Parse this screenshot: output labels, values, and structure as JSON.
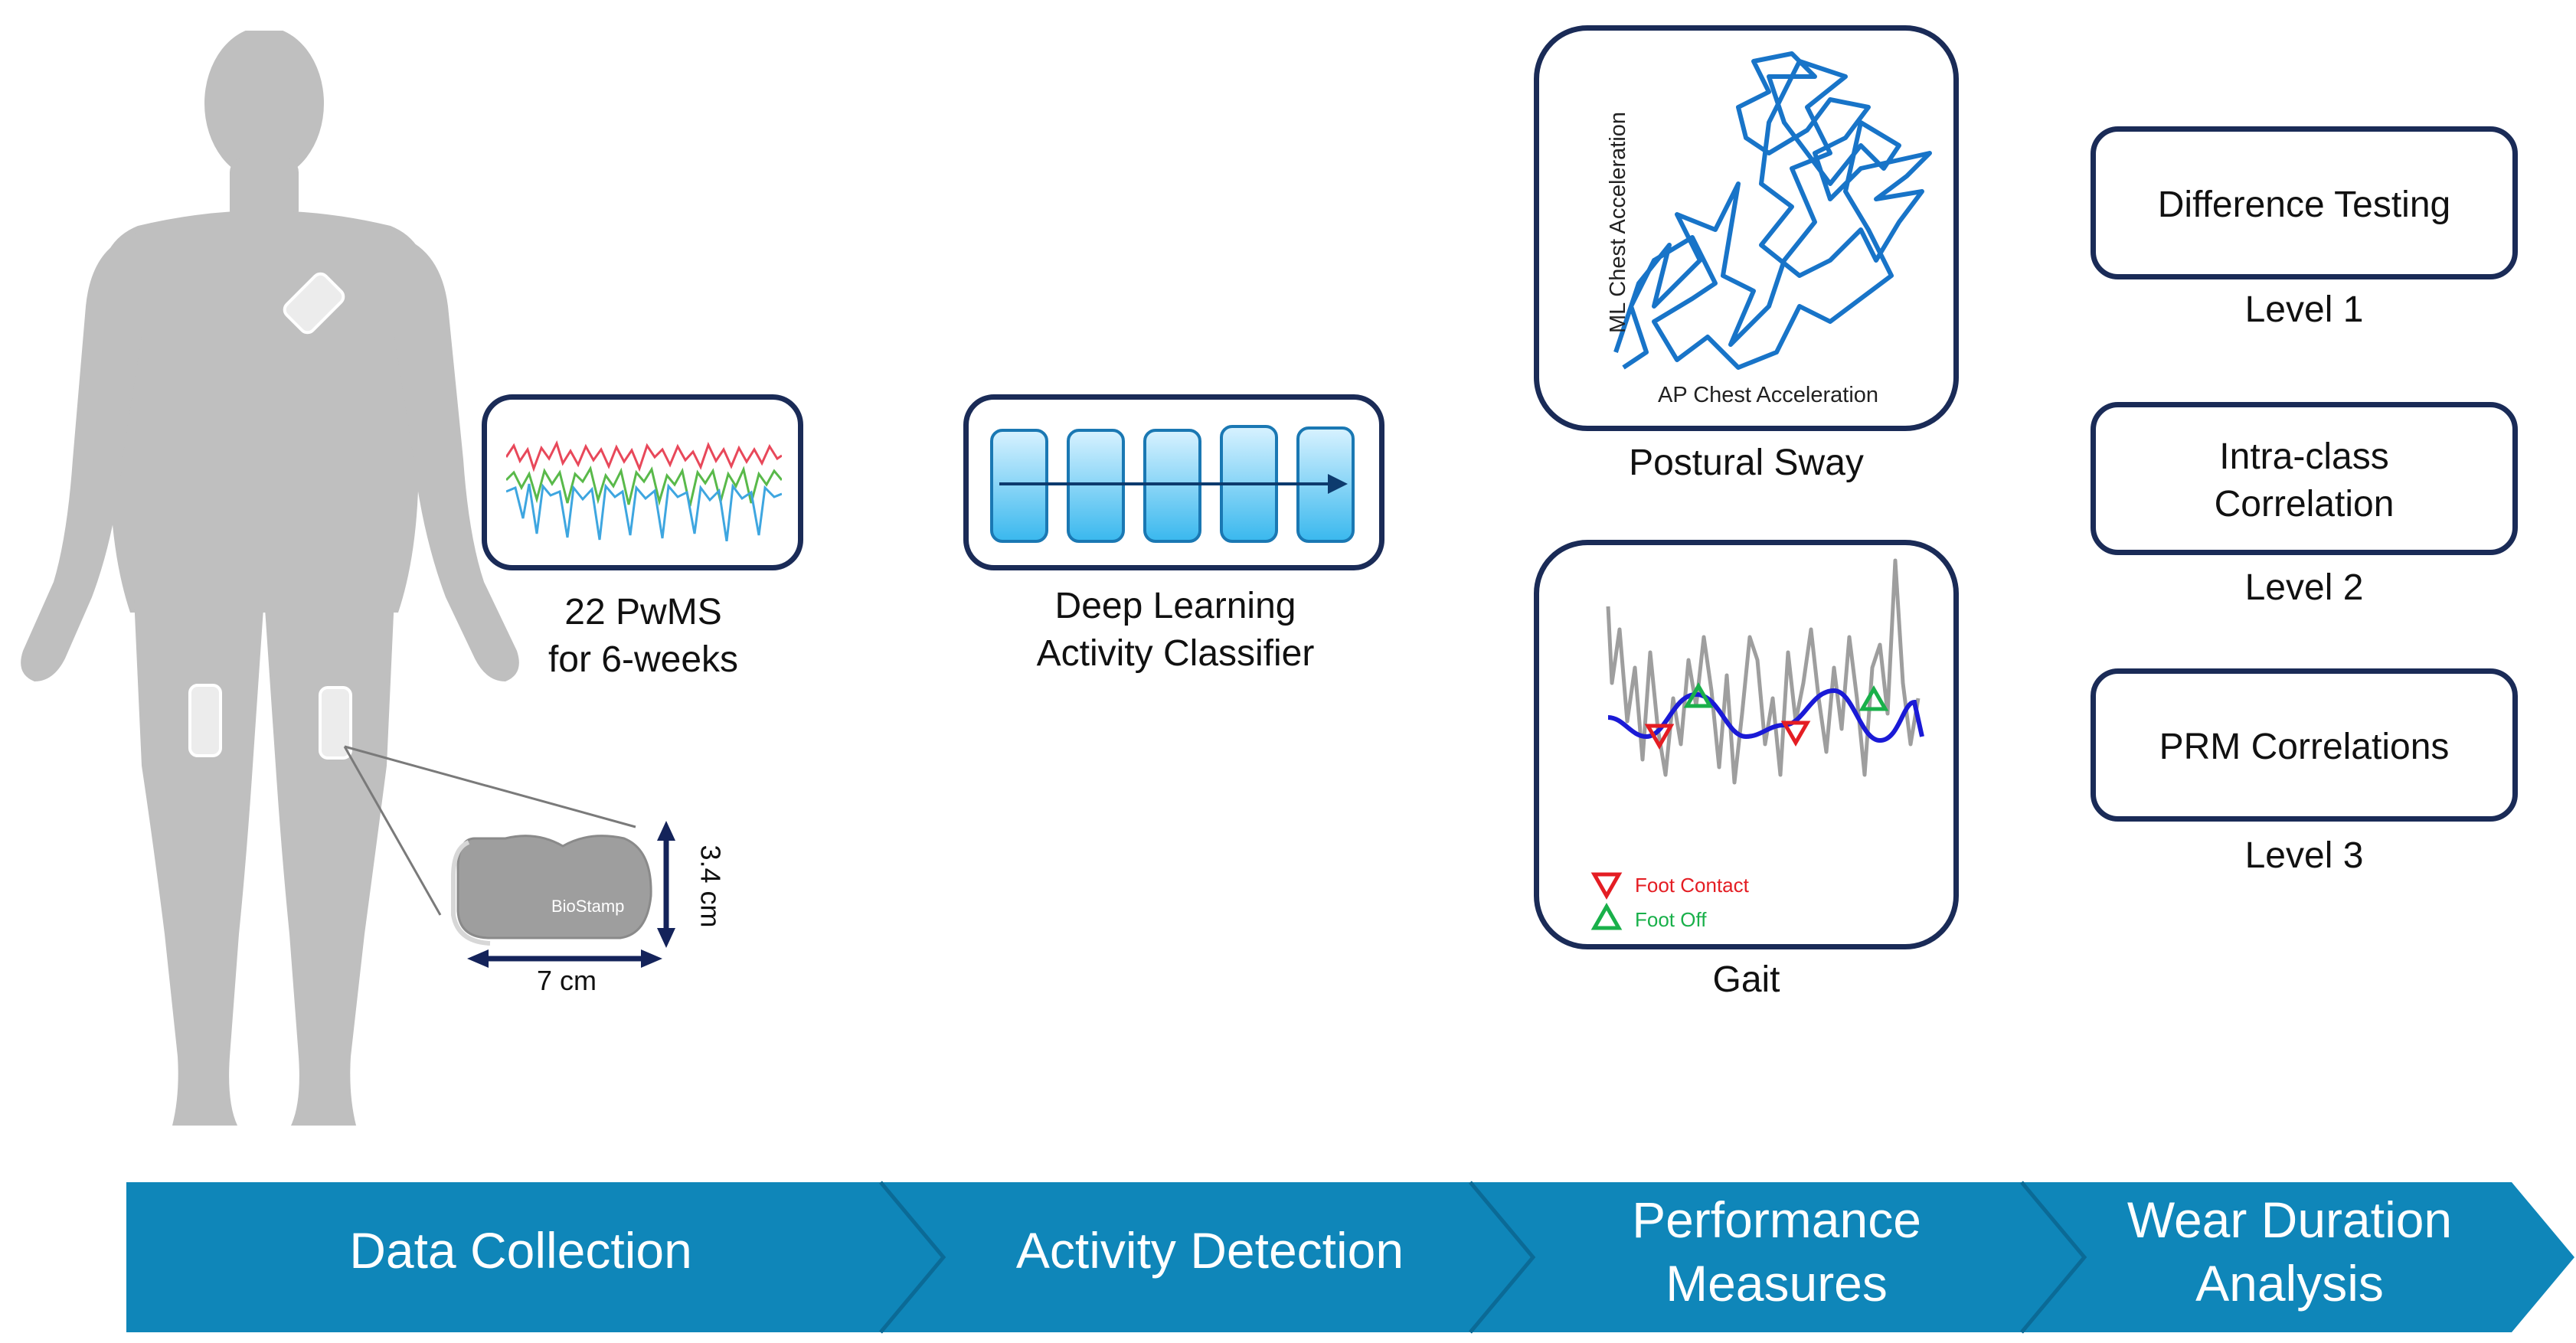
{
  "colors": {
    "navy": "#1a2b57",
    "chevron": "#0f86b9",
    "chevron_edge": "#0b6a96",
    "silhouette": "#bfbfbf",
    "sway_line": "#1874c8",
    "gait_raw": "#9e9e9e",
    "gait_filtered": "#1a1ad6",
    "foot_contact": "#e41d23",
    "foot_off": "#19b04a",
    "signal_red": "#e8485a",
    "signal_green": "#59b94a",
    "signal_blue": "#3ea6e0"
  },
  "data_collection": {
    "participants_line1": "22 PwMS",
    "participants_line2": "for 6-weeks",
    "device_label": "BioStamp",
    "width_label": "7 cm",
    "height_label": "3.4 cm"
  },
  "activity_detection": {
    "line1": "Deep Learning",
    "line2": "Activity Classifier"
  },
  "performance": {
    "sway_title": "Postural Sway",
    "sway_ylabel": "ML Chest Acceleration",
    "sway_xlabel": "AP Chest Acceleration",
    "gait_title": "Gait",
    "legend_contact": "Foot Contact",
    "legend_off": "Foot Off"
  },
  "wear_duration": {
    "levels": [
      {
        "box": "Difference Testing",
        "level": "Level 1"
      },
      {
        "box_line1": "Intra-class",
        "box_line2": "Correlation",
        "level": "Level 2"
      },
      {
        "box": "PRM Correlations",
        "level": "Level 3"
      }
    ]
  },
  "pipeline": {
    "stages": [
      {
        "line1": "Data Collection"
      },
      {
        "line1": "Activity Detection"
      },
      {
        "line1": "Performance",
        "line2": "Measures"
      },
      {
        "line1": "Wear Duration",
        "line2": "Analysis"
      }
    ]
  },
  "icons": [
    "human-silhouette-icon",
    "sensor-patch-icon",
    "neural-network-icon",
    "arrow-right-icon"
  ]
}
